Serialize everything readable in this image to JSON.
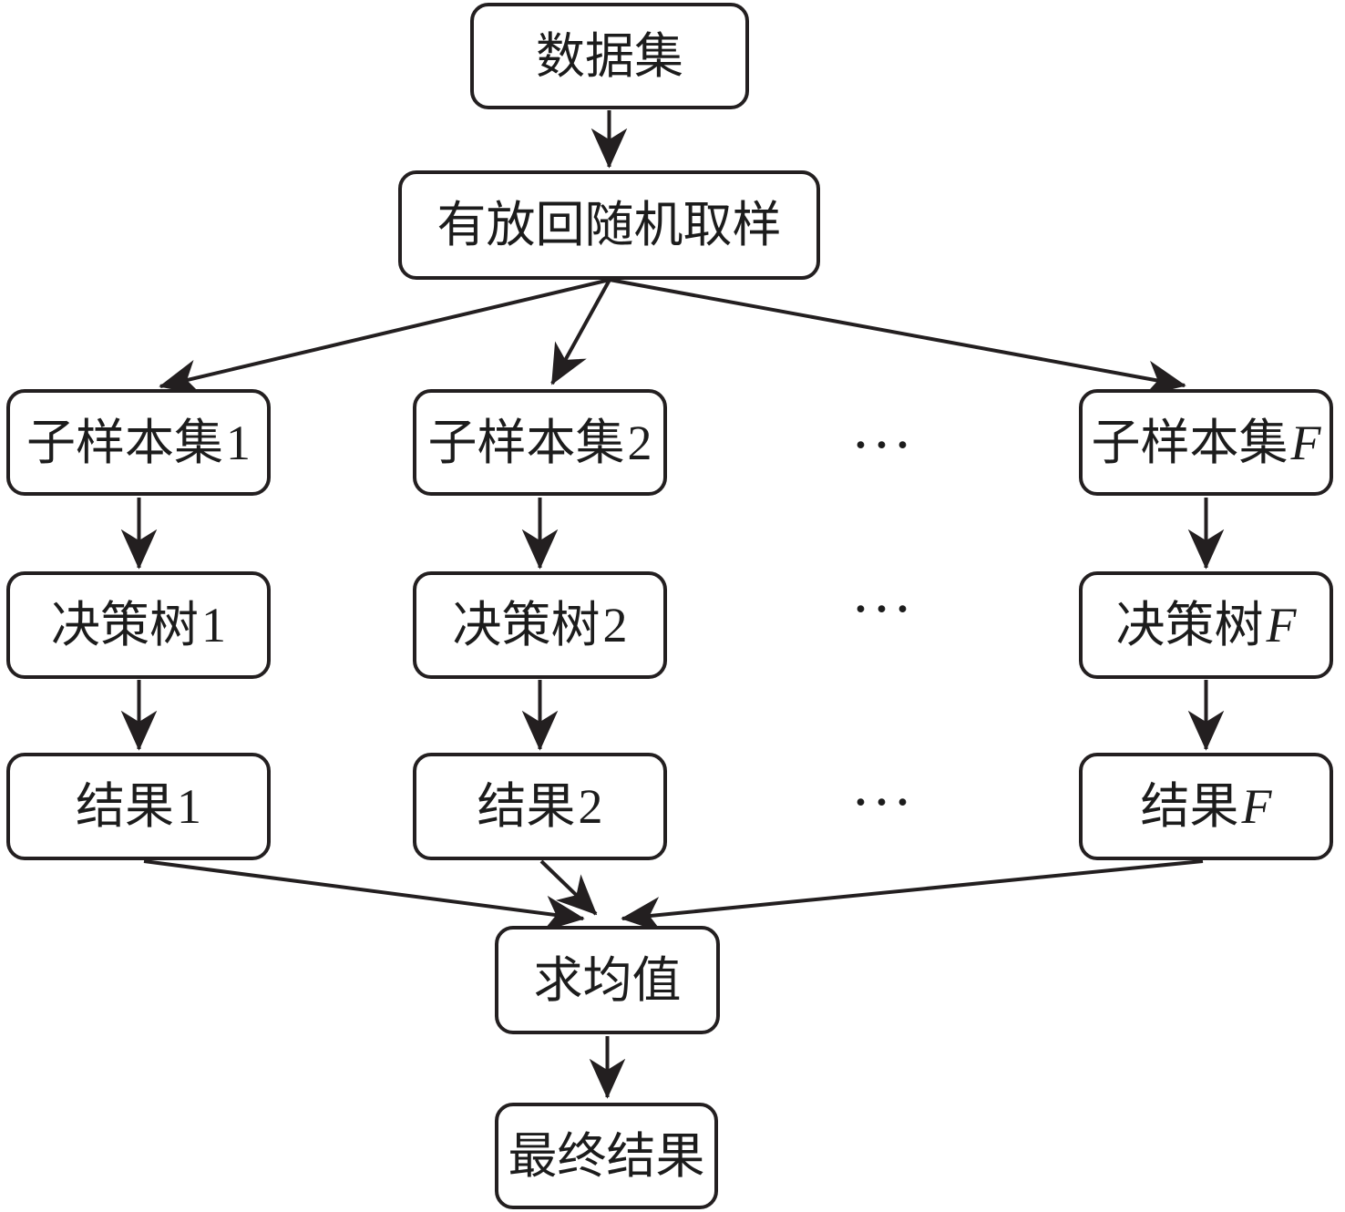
{
  "nodes": {
    "dataset": {
      "label": "数据集"
    },
    "sampling": {
      "label": "有放回随机取样"
    },
    "subsample1": {
      "label": "子样本集",
      "suffix": "1"
    },
    "subsample2": {
      "label": "子样本集",
      "suffix": "2"
    },
    "subsampleF": {
      "label": "子样本集",
      "suffix": "F"
    },
    "tree1": {
      "label": "决策树",
      "suffix": "1"
    },
    "tree2": {
      "label": "决策树",
      "suffix": "2"
    },
    "treeF": {
      "label": "决策树",
      "suffix": "F"
    },
    "result1": {
      "label": "结果",
      "suffix": "1"
    },
    "result2": {
      "label": "结果",
      "suffix": "2"
    },
    "resultF": {
      "label": "结果",
      "suffix": "F"
    },
    "mean": {
      "label": "求均值"
    },
    "final": {
      "label": "最终结果"
    }
  },
  "ellipsis": "···",
  "colors": {
    "stroke": "#231f20",
    "background": "#ffffff"
  }
}
